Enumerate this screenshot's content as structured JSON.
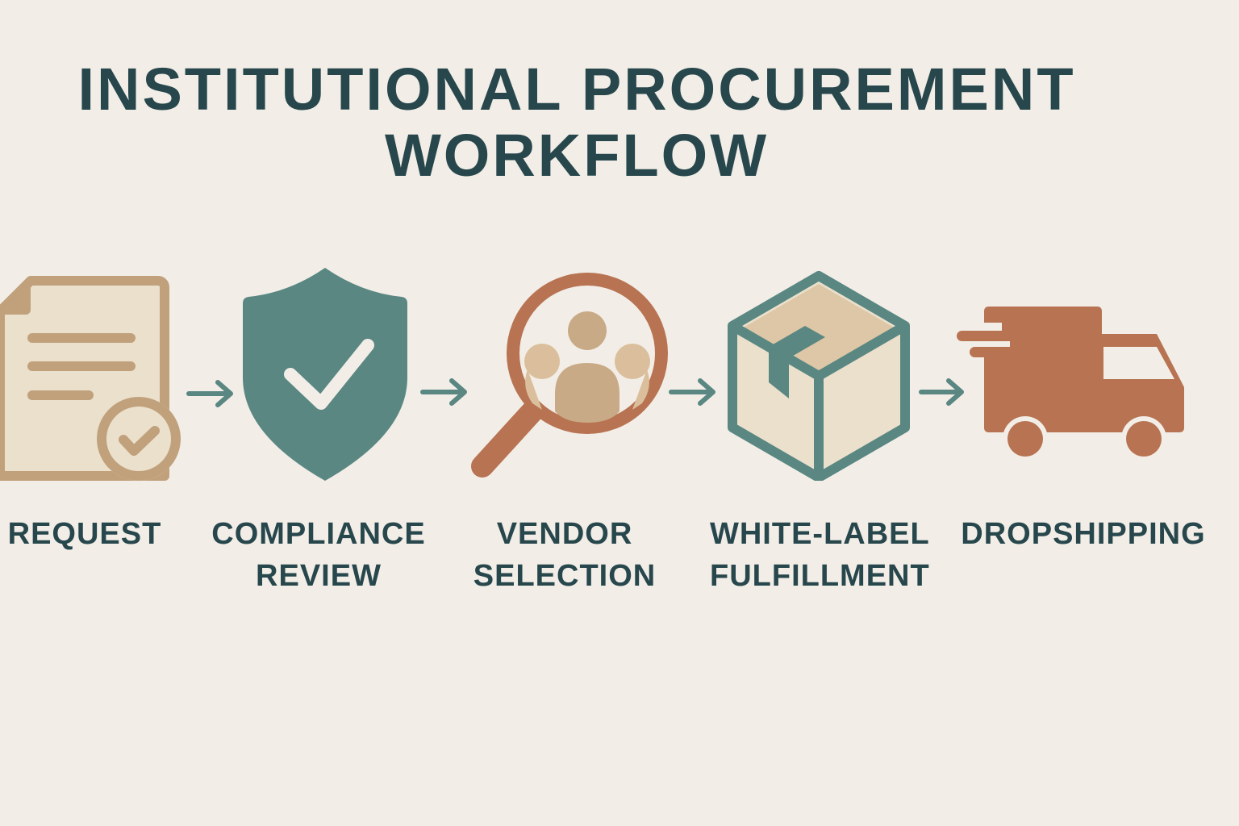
{
  "title": {
    "line1": "INSTITUTIONAL PROCUREMENT",
    "line2": "WORKFLOW"
  },
  "colors": {
    "background": "#f2eee7",
    "text": "#27474d",
    "teal": "#5a8782",
    "tan": "#c0a17c",
    "cream": "#ebe0cc",
    "terracotta": "#b87352",
    "beige": "#c9aa86"
  },
  "steps": [
    {
      "icon": "document-check-icon",
      "line1": "REQUEST",
      "line2": ""
    },
    {
      "icon": "shield-check-icon",
      "line1": "COMPLIANCE",
      "line2": "REVIEW"
    },
    {
      "icon": "magnifier-people-icon",
      "line1": "VENDOR",
      "line2": "SELECTION"
    },
    {
      "icon": "package-box-icon",
      "line1": "WHITE-LABEL",
      "line2": "FULFILLMENT"
    },
    {
      "icon": "delivery-truck-icon",
      "line1": "DROPSHIPPING",
      "line2": ""
    }
  ],
  "arrows": [
    "arrow-right-icon",
    "arrow-right-icon",
    "arrow-right-icon",
    "arrow-right-icon"
  ]
}
